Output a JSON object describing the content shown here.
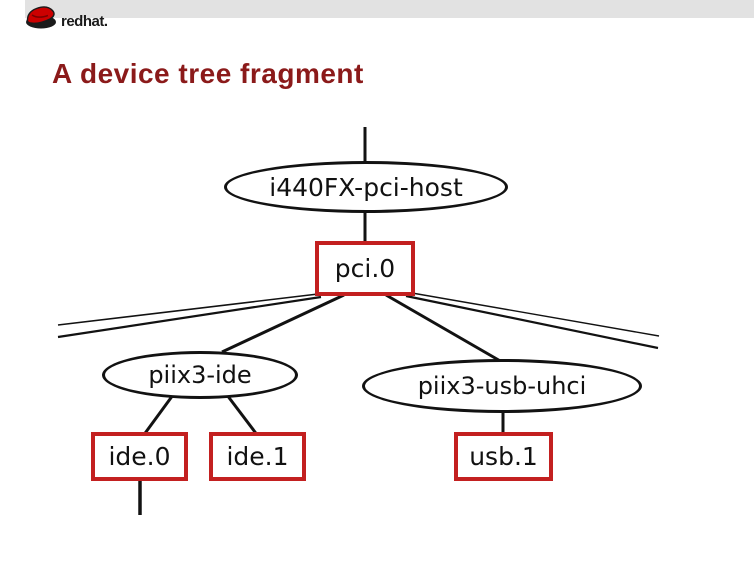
{
  "header": {
    "logo_red": "red",
    "logo_hat": "hat."
  },
  "title": "A device tree fragment",
  "colors": {
    "band_color": "#e2e2e2",
    "title_color": "#8b1a1a",
    "box_border": "#c32020",
    "hat_red": "#cc0000",
    "edge_black": "#121212"
  },
  "diagram": {
    "nodes": {
      "host": {
        "label": "i440FX-pci-host",
        "shape": "ellipse"
      },
      "pci0": {
        "label": "pci.0",
        "shape": "box"
      },
      "ide": {
        "label": "piix3-ide",
        "shape": "ellipse"
      },
      "usb": {
        "label": "piix3-usb-uhci",
        "shape": "ellipse"
      },
      "ide0": {
        "label": "ide.0",
        "shape": "box"
      },
      "ide1": {
        "label": "ide.1",
        "shape": "box"
      },
      "usb1": {
        "label": "usb.1",
        "shape": "box"
      }
    },
    "edges": [
      {
        "from": "offscreen-top",
        "to": "i440FX-pci-host"
      },
      {
        "from": "i440FX-pci-host",
        "to": "pci.0"
      },
      {
        "from": "pci.0",
        "to": "offscreen-left-a"
      },
      {
        "from": "pci.0",
        "to": "offscreen-left-b"
      },
      {
        "from": "pci.0",
        "to": "piix3-ide"
      },
      {
        "from": "pci.0",
        "to": "piix3-usb-uhci"
      },
      {
        "from": "pci.0",
        "to": "offscreen-right-a"
      },
      {
        "from": "pci.0",
        "to": "offscreen-right-b"
      },
      {
        "from": "piix3-ide",
        "to": "ide.0"
      },
      {
        "from": "piix3-ide",
        "to": "ide.1"
      },
      {
        "from": "piix3-usb-uhci",
        "to": "usb.1"
      },
      {
        "from": "ide.0",
        "to": "offscreen-bottom"
      }
    ]
  }
}
